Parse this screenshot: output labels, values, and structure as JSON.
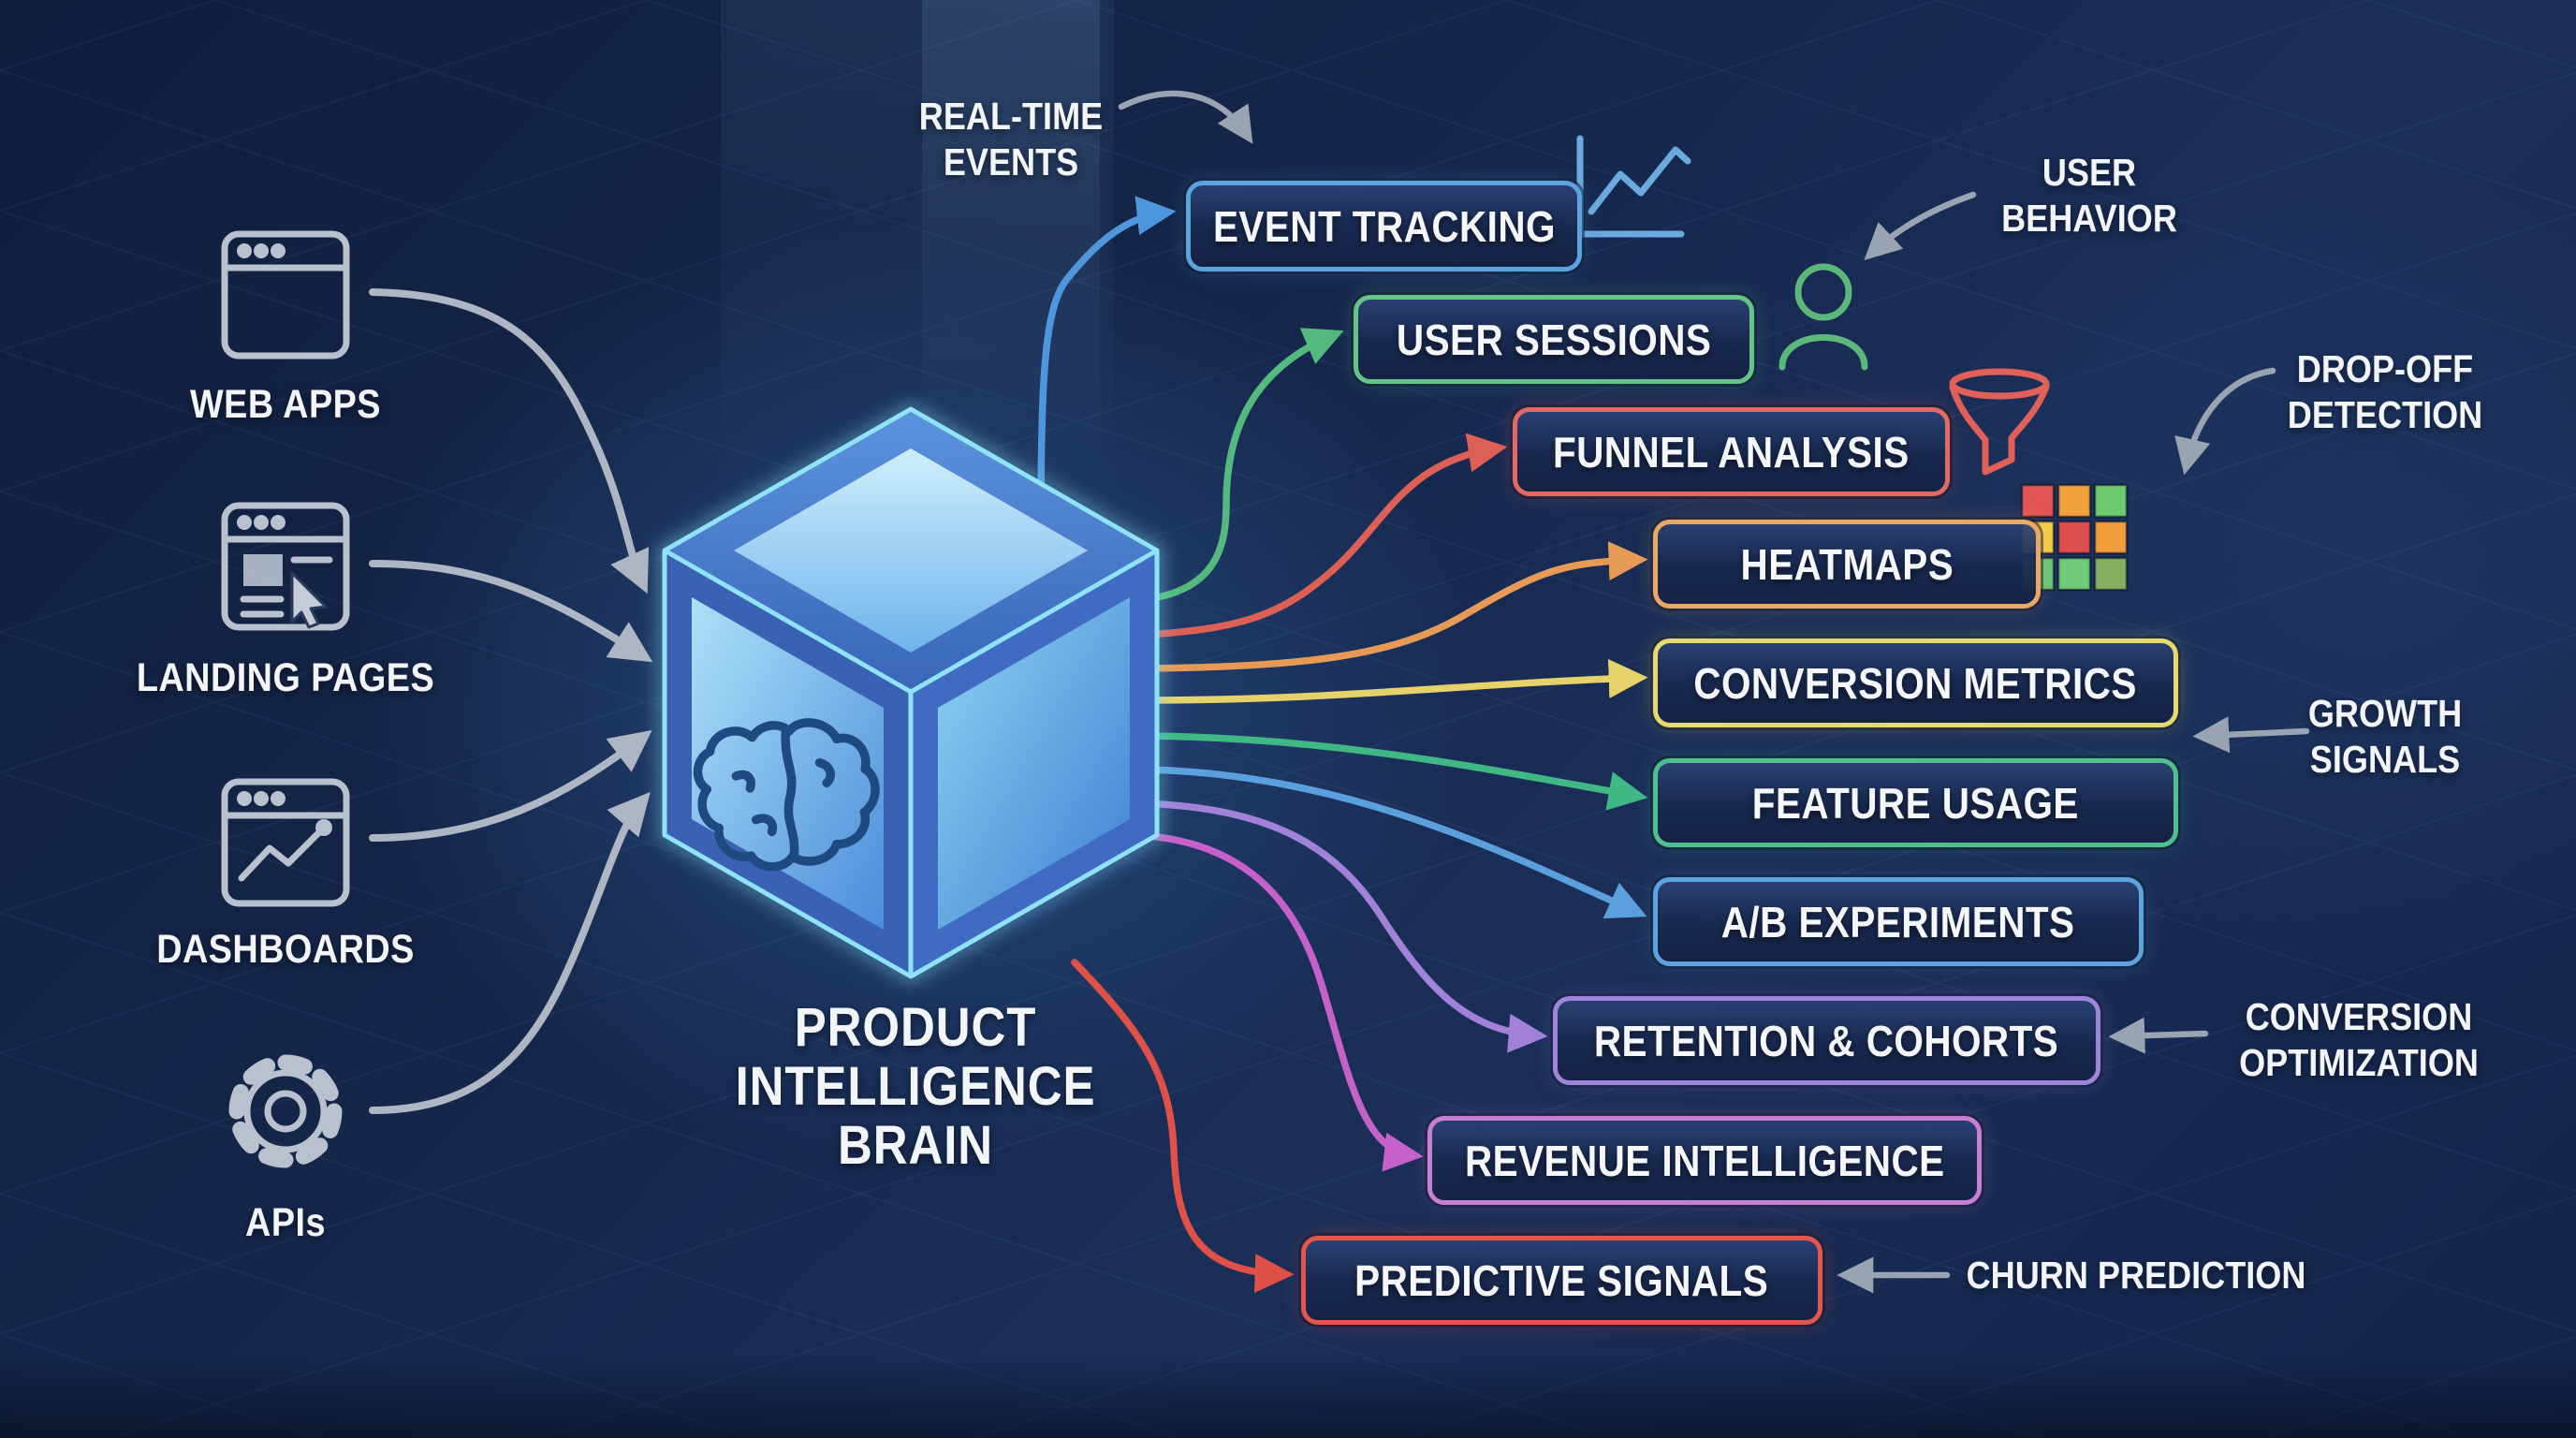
{
  "hub": {
    "label_lines": [
      "PRODUCT",
      "INTELLIGENCE",
      "BRAIN"
    ],
    "icon": "brain-icon"
  },
  "sources": [
    {
      "id": "web-apps",
      "label": "WEB APPS",
      "icon": "browser-window-icon"
    },
    {
      "id": "landing-pages",
      "label": "LANDING PAGES",
      "icon": "browser-cursor-icon"
    },
    {
      "id": "dashboards",
      "label": "DASHBOARDS",
      "icon": "browser-chart-icon"
    },
    {
      "id": "apis",
      "label": "APIs",
      "icon": "gear-icon"
    }
  ],
  "outputs": [
    {
      "id": "event-tracking",
      "label": "EVENT TRACKING",
      "color": "#5ea2de",
      "side_icon": "line-chart-icon"
    },
    {
      "id": "user-sessions",
      "label": "USER SESSIONS",
      "color": "#66c489",
      "side_icon": "user-icon"
    },
    {
      "id": "funnel-analysis",
      "label": "FUNNEL ANALYSIS",
      "color": "#e26a62",
      "side_icon": "funnel-icon"
    },
    {
      "id": "heatmaps",
      "label": "HEATMAPS",
      "color": "#eaa868",
      "side_icon": "heatmap-grid-icon"
    },
    {
      "id": "conversion-metrics",
      "label": "CONVERSION METRICS",
      "color": "#e6d96f",
      "side_icon": ""
    },
    {
      "id": "feature-usage",
      "label": "FEATURE USAGE",
      "color": "#4fc08d",
      "side_icon": ""
    },
    {
      "id": "ab-experiments",
      "label": "A/B EXPERIMENTS",
      "color": "#5ea2de",
      "side_icon": ""
    },
    {
      "id": "retention-cohorts",
      "label": "RETENTION & COHORTS",
      "color": "#9d86dc",
      "side_icon": ""
    },
    {
      "id": "revenue-intelligence",
      "label": "REVENUE INTELLIGENCE",
      "color": "#c77fd2",
      "side_icon": ""
    },
    {
      "id": "predictive-signals",
      "label": "PREDICTIVE SIGNALS",
      "color": "#e2564e",
      "side_icon": ""
    }
  ],
  "annotations": [
    {
      "id": "real-time-events",
      "lines": [
        "REAL-TIME",
        "EVENTS"
      ],
      "points_to": "event-tracking"
    },
    {
      "id": "user-behavior",
      "lines": [
        "USER",
        "BEHAVIOR"
      ],
      "points_to": "user-sessions"
    },
    {
      "id": "drop-off-detection",
      "lines": [
        "DROP-OFF",
        "DETECTION"
      ],
      "points_to": "heatmaps"
    },
    {
      "id": "growth-signals",
      "lines": [
        "GROWTH",
        "SIGNALS"
      ],
      "points_to": "feature-usage"
    },
    {
      "id": "conversion-optimization",
      "lines": [
        "CONVERSION",
        "OPTIMIZATION"
      ],
      "points_to": "retention-cohorts"
    },
    {
      "id": "churn-prediction",
      "lines": [
        "CHURN PREDICTION"
      ],
      "points_to": "predictive-signals"
    }
  ],
  "colors": {
    "background": "#16254a",
    "box_fill": "#1c2f5a",
    "cube_edge_glow": "#8fe2fa",
    "cube_face": "#3f74c9",
    "brain_stroke": "#1d4a80",
    "input_arrow_gray": "#aeb6c4",
    "annotation_arrow_gray": "#9aa3b2",
    "heatmap_cells": [
      [
        "#e25555",
        "#f2a23c",
        "#6fcb6f"
      ],
      [
        "#f5ce4a",
        "#df4f4f",
        "#f29d3c"
      ],
      [
        "#67c877",
        "#6fcb78",
        "#86b060"
      ]
    ]
  }
}
